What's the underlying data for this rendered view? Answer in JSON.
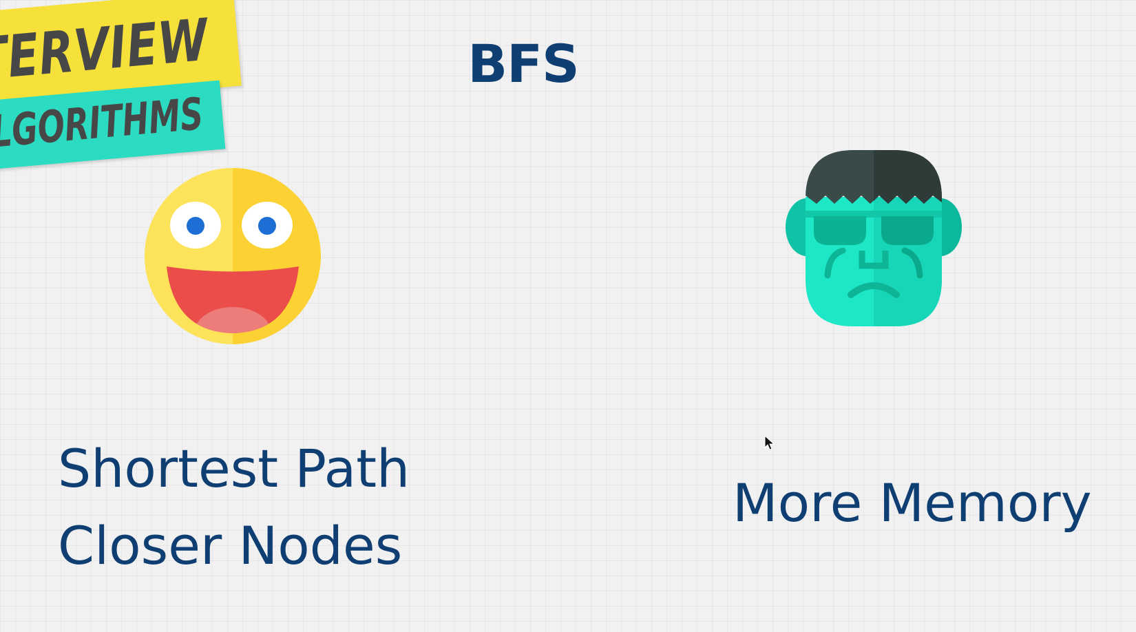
{
  "banner": {
    "line1": "TERVIEW",
    "line2": "LGORITHMS"
  },
  "slide": {
    "title": "BFS",
    "pros": [
      "Shortest Path",
      "Closer Nodes"
    ],
    "cons": [
      "More Memory"
    ]
  },
  "colors": {
    "title_text": "#0f3e72",
    "banner_yellow": "#f6e13a",
    "banner_teal": "#2bdcc2",
    "emoji_yellow": "#fde047",
    "monster_green": "#1ee6c4"
  },
  "icons": {
    "pro_icon": "laughing-emoji-icon",
    "con_icon": "frankenstein-monster-icon",
    "cursor": "mouse-pointer-icon"
  }
}
